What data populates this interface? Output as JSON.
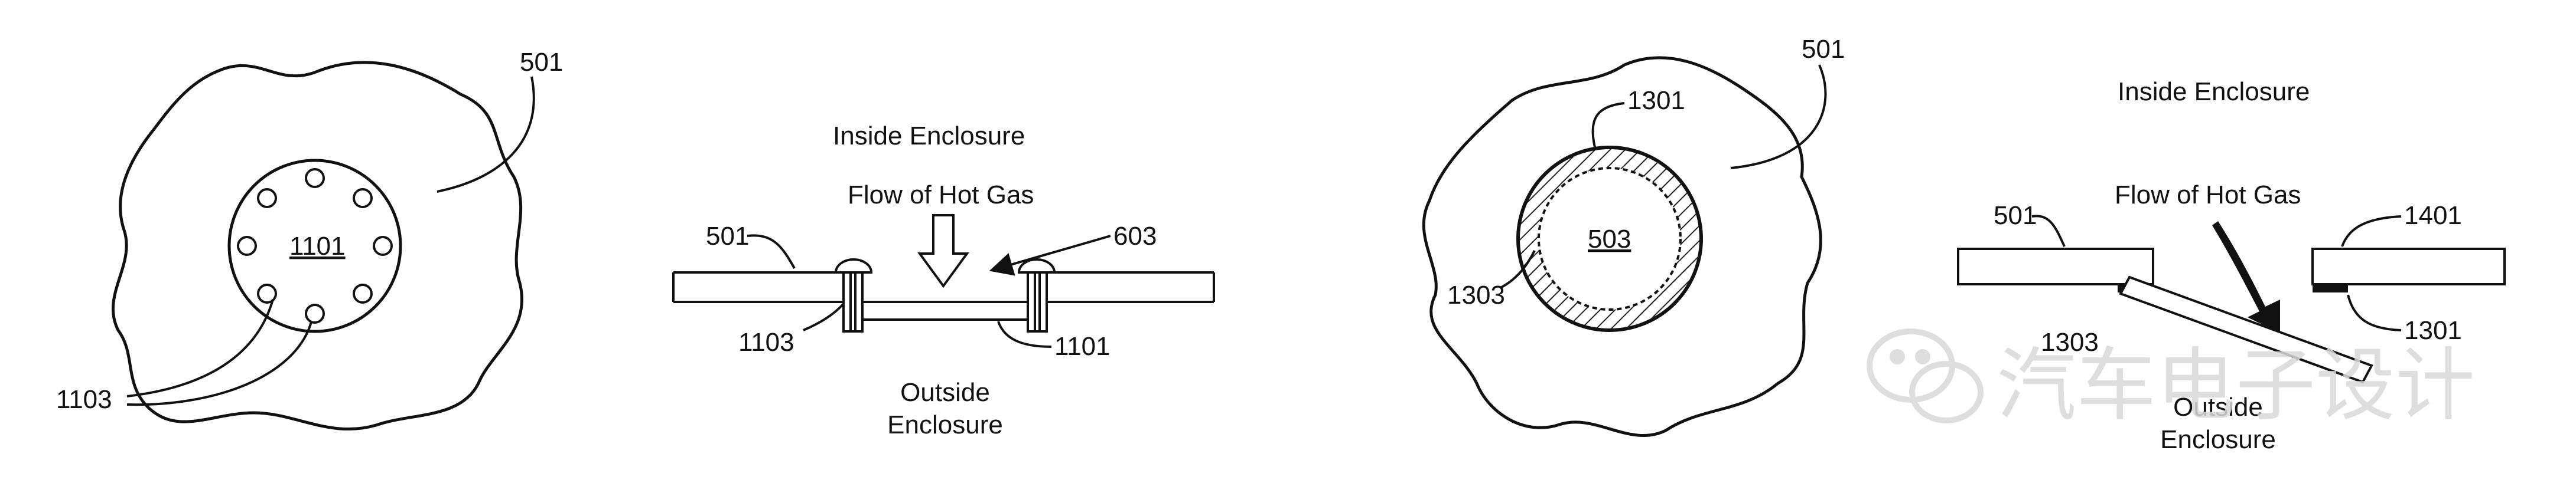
{
  "figure_a": {
    "enclosure_ref": "501",
    "plate_ref": "1101",
    "hole_ref": "1103"
  },
  "figure_b": {
    "inside_label": "Inside Enclosure",
    "flow_label": "Flow of Hot Gas",
    "enclosure_ref": "501",
    "opening_ref": "603",
    "rivet_ref": "1103",
    "plate_ref": "1101",
    "outside_label_line1": "Outside",
    "outside_label_line2": "Enclosure"
  },
  "figure_c": {
    "enclosure_ref": "501",
    "ring_ref": "1301",
    "vent_ref": "503",
    "ring_inner_ref": "1303"
  },
  "figure_d": {
    "inside_label": "Inside Enclosure",
    "flow_label": "Flow of Hot Gas",
    "enclosure_ref": "501",
    "flap_ref": "1401",
    "hinge_left_ref": "1303",
    "hinge_right_ref": "1301",
    "outside_label_line1": "Outside",
    "outside_label_line2": "Enclosure"
  },
  "watermark": {
    "text": "汽车电子设计",
    "icon": "wechat-icon"
  },
  "colors": {
    "line": "#111111",
    "watermark": "#d9d9d9"
  }
}
